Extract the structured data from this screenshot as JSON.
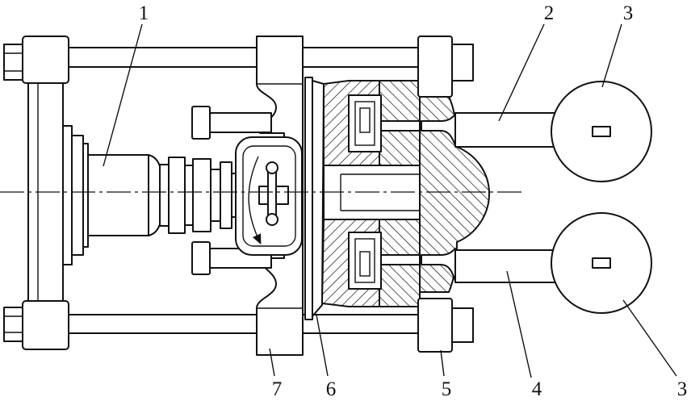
{
  "callouts": [
    {
      "label": "1"
    },
    {
      "label": "2"
    },
    {
      "label": "3"
    },
    {
      "label": "3"
    },
    {
      "label": "4"
    },
    {
      "label": "5"
    },
    {
      "label": "6"
    },
    {
      "label": "7"
    }
  ]
}
